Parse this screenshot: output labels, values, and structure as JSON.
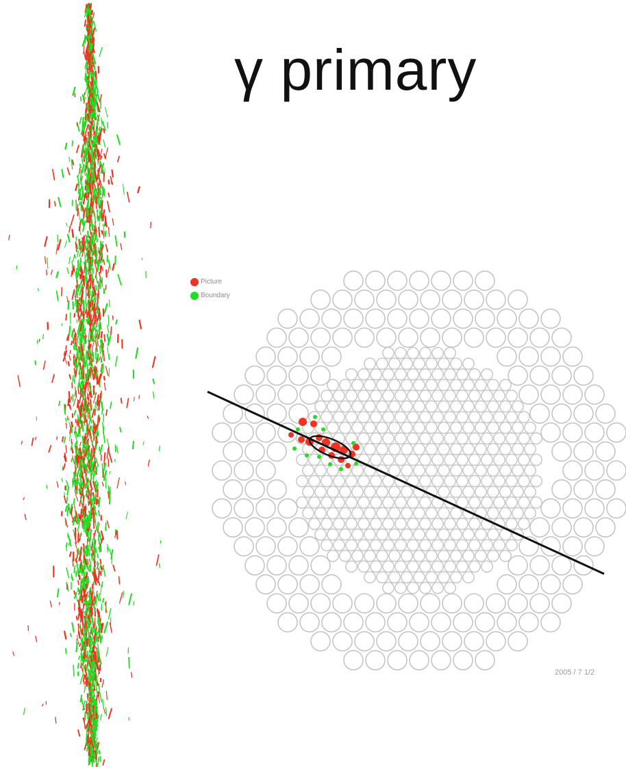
{
  "title": "γ primary",
  "legend": {
    "items": [
      {
        "label": "Picture",
        "color": "#ee3322"
      },
      {
        "label": "Boundary",
        "color": "#22dd22"
      }
    ]
  },
  "stamp": "2005 / 7 1/2",
  "colors": {
    "track_red": "#ee3322",
    "track_green": "#22dd22",
    "pixel_outline": "#c4c4c4",
    "axis_line": "#111111"
  },
  "icons": [
    "shower-tracks",
    "camera-pixel-grid",
    "hillas-ellipse",
    "image-axis-line"
  ]
}
